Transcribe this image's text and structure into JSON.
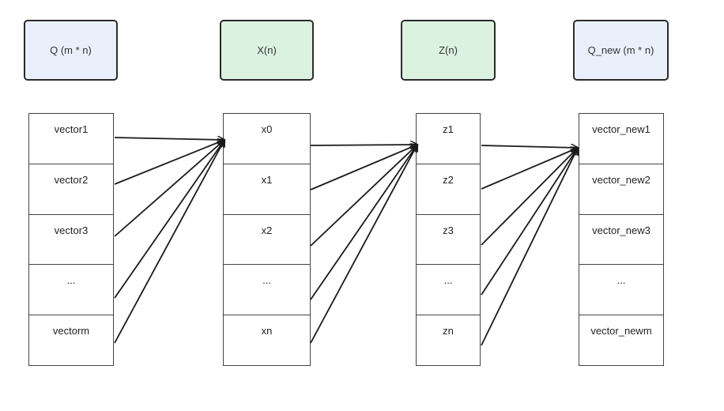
{
  "headers": {
    "q": "Q (m * n)",
    "x": "X(n)",
    "z": "Z(n)",
    "q_new": "Q_new (m * n)"
  },
  "colors": {
    "header_q_fill": "#eaf0fb",
    "header_xz_fill": "#dcf2e0",
    "stroke": "#1a1a1a"
  },
  "columns": {
    "q": [
      "vector1",
      "vector2",
      "vector3",
      "...",
      "vectorm"
    ],
    "x": [
      "x0",
      "x1",
      "x2",
      "...",
      "xn"
    ],
    "z": [
      "z1",
      "z2",
      "z3",
      "...",
      "zn"
    ],
    "q_new": [
      "vector_new1",
      "vector_new2",
      "vector_new3",
      "...",
      "vector_newm"
    ]
  }
}
